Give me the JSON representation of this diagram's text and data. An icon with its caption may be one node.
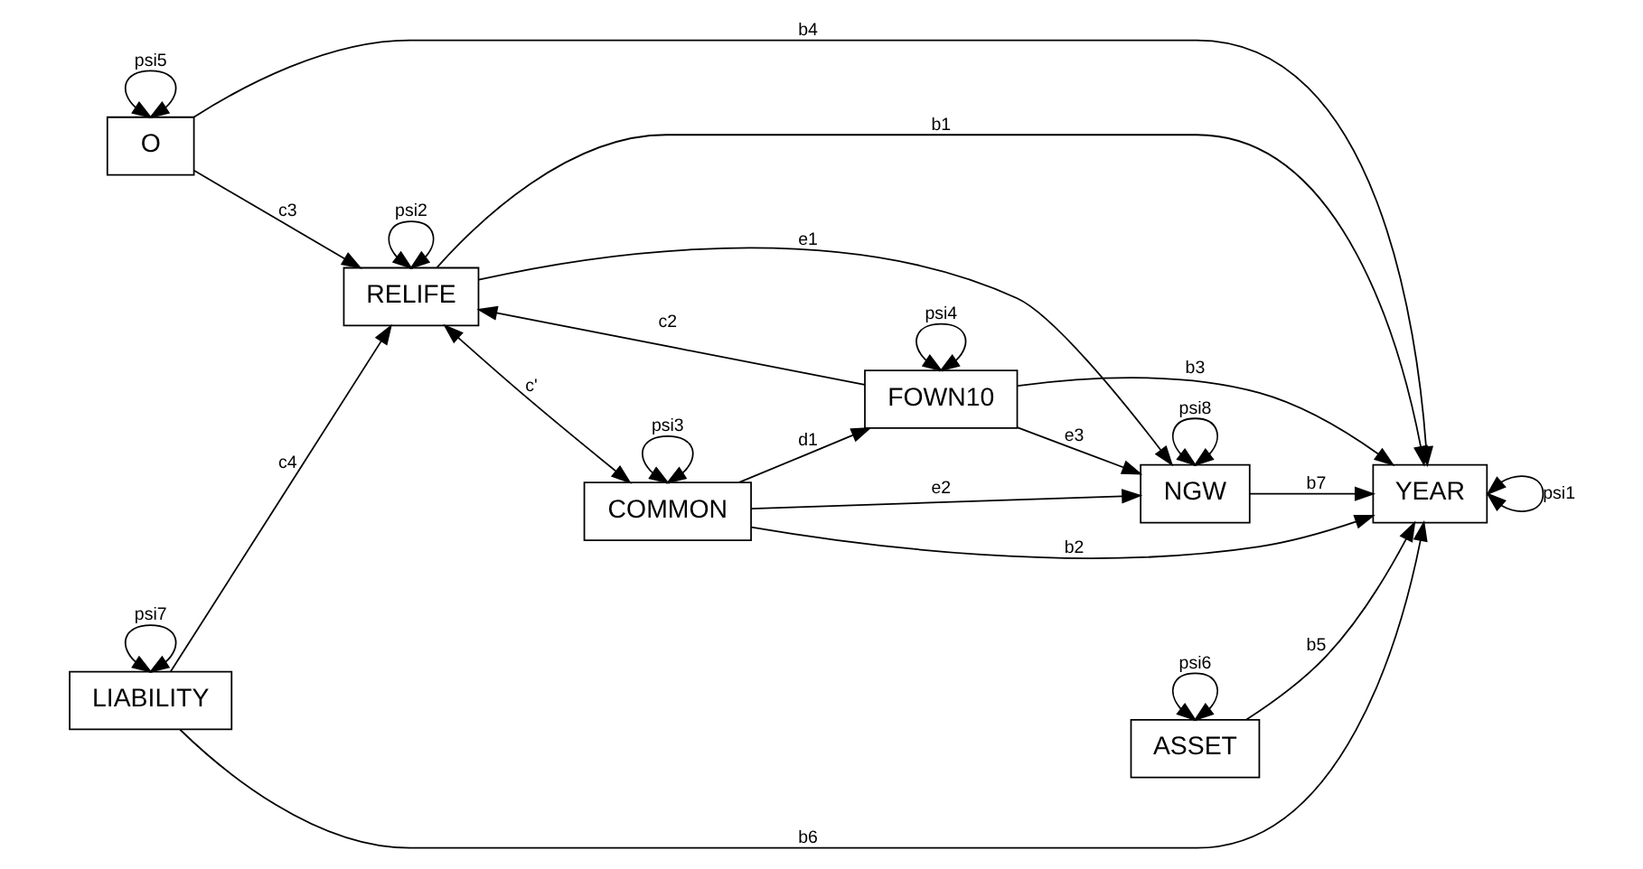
{
  "diagram": {
    "nodes": [
      {
        "text": [
          "O"
        ]
      },
      {
        "text": [
          "RELIFE"
        ]
      },
      {
        "text": [
          "COMMON"
        ]
      },
      {
        "text": [
          "NGW"
        ]
      },
      {
        "text": [
          "YEAR"
        ]
      },
      {
        "text": [
          "FOWN10"
        ]
      },
      {
        "text": [
          "ASSET"
        ]
      },
      {
        "text": [
          "LIABILITY"
        ]
      }
    ],
    "edges": [
      {
        "from": 0,
        "to": 0,
        "arrow": "both",
        "label": "psi5"
      },
      {
        "from": 0,
        "to": 4,
        "arrow": "to",
        "label": "b4"
      },
      {
        "from": 1,
        "to": 1,
        "arrow": "both",
        "label": "psi2"
      },
      {
        "from": 1,
        "to": 4,
        "arrow": "to",
        "label": "b1"
      },
      {
        "from": 0,
        "to": 1,
        "arrow": "to",
        "label": "c3"
      },
      {
        "from": 1,
        "to": 3,
        "arrow": "to",
        "label": "e1"
      },
      {
        "from": 2,
        "to": 4,
        "arrow": "to",
        "label": "b2"
      },
      {
        "from": 3,
        "to": 3,
        "arrow": "both",
        "label": "psi8"
      },
      {
        "from": 4,
        "to": 4,
        "arrow": "both",
        "label": "psi1"
      },
      {
        "from": 1,
        "to": 2,
        "arrow": "both",
        "label": "c'"
      },
      {
        "from": 2,
        "to": 2,
        "arrow": "both",
        "label": "psi3"
      },
      {
        "from": 2,
        "to": 3,
        "arrow": "to",
        "label": "e2"
      },
      {
        "from": 3,
        "to": 4,
        "arrow": "to",
        "label": "b7"
      },
      {
        "from": 7,
        "to": 1,
        "arrow": "to",
        "label": "c4"
      },
      {
        "from": 5,
        "to": 1,
        "arrow": "to",
        "label": "c2"
      },
      {
        "from": 2,
        "to": 5,
        "arrow": "to",
        "label": "d1"
      },
      {
        "from": 5,
        "to": 3,
        "arrow": "to",
        "label": "e3"
      },
      {
        "from": 5,
        "to": 5,
        "arrow": "both",
        "label": "psi4"
      },
      {
        "from": 6,
        "to": 6,
        "arrow": "both",
        "label": "psi6"
      },
      {
        "from": 6,
        "to": 4,
        "arrow": "to",
        "label": "b5"
      },
      {
        "from": 7,
        "to": 7,
        "arrow": "both",
        "label": "psi7"
      },
      {
        "from": 5,
        "to": 4,
        "arrow": "to",
        "label": "b3"
      },
      {
        "from": 7,
        "to": 4,
        "arrow": "to",
        "label": "b6"
      }
    ]
  }
}
